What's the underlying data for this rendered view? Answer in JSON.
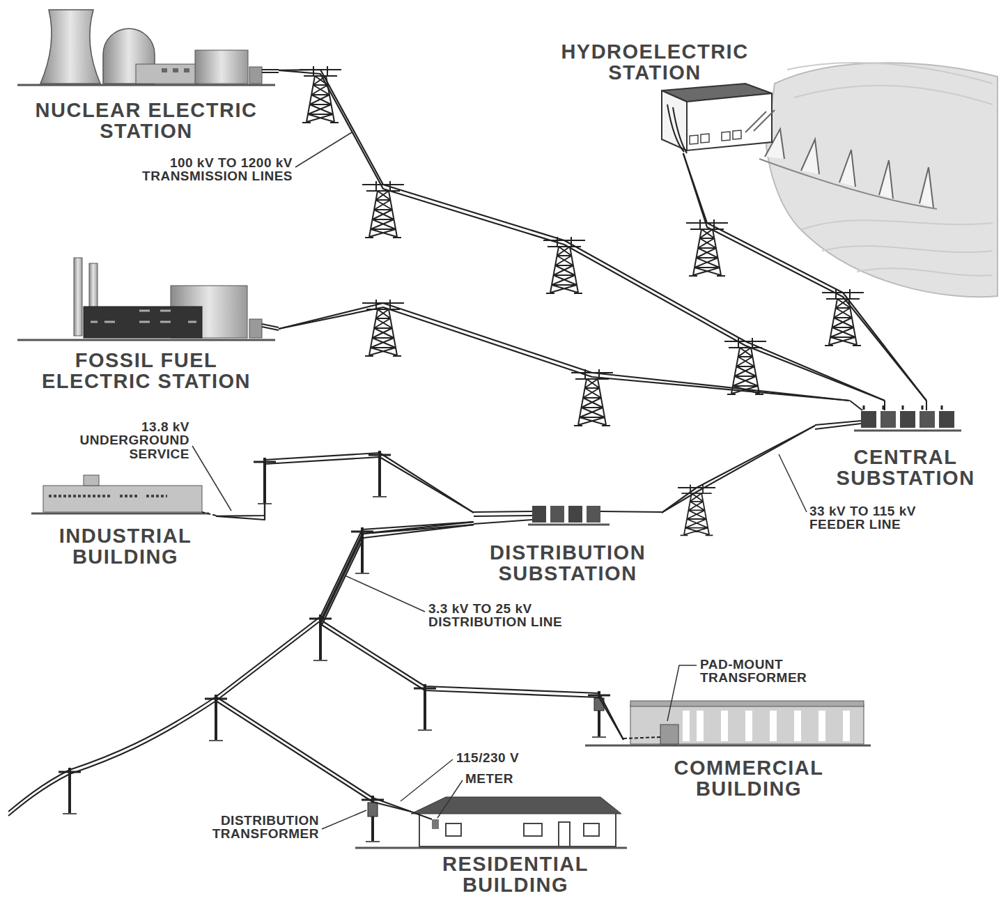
{
  "diagram": {
    "nodes": [
      {
        "text": [
          "NUCLEAR ELECTRIC STATION"
        ]
      },
      {
        "text": [
          "HYDROELECTRIC STATION"
        ]
      },
      {
        "text": [
          "FOSSIL FUEL ELECTRIC STATION"
        ]
      },
      {
        "text": [
          "CENTRAL SUBSTATION"
        ]
      },
      {
        "text": [
          "INDUSTRIAL BUILDING"
        ]
      },
      {
        "text": [
          "DISTRIBUTION SUBSTATION"
        ]
      },
      {
        "text": [
          "COMMERCIAL BUILDING"
        ]
      },
      {
        "text": [
          "RESIDENTIAL BUILDING"
        ]
      }
    ],
    "edges": [
      {
        "from": 0,
        "to": 3,
        "arrow": "none"
      },
      {
        "from": 1,
        "to": 3,
        "arrow": "none"
      },
      {
        "from": 2,
        "to": 3,
        "arrow": "none"
      },
      {
        "from": 3,
        "to": 5,
        "arrow": "none"
      },
      {
        "from": 5,
        "to": 4,
        "arrow": "none"
      },
      {
        "from": 5,
        "to": 7,
        "arrow": "none"
      },
      {
        "from": 5,
        "to": 6,
        "arrow": "none"
      }
    ],
    "labels": [
      "100 kV TO 1200 kV TRANSMISSION LINES",
      "13.8 kV UNDERGROUND SERVICE",
      "33 kV TO 115 kV FEEDER LINE",
      "3.3 kV TO 25 kV DISTRIBUTION LINE",
      "PAD-MOUNT TRANSFORMER",
      "115/230 V",
      "METER",
      "DISTRIBUTION TRANSFORMER"
    ]
  }
}
